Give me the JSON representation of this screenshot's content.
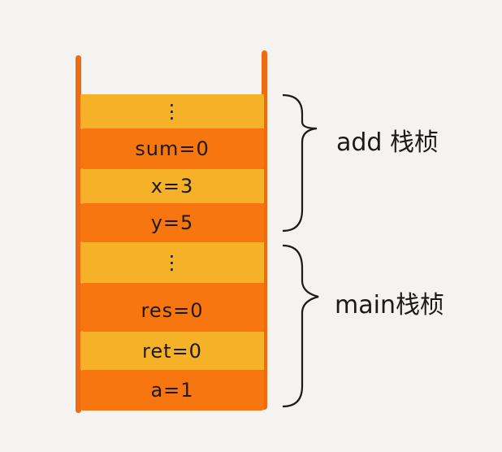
{
  "stack": {
    "cells": [
      {
        "text": "⋮",
        "color": "#f5b128"
      },
      {
        "text": "sum=0",
        "color": "#f8760f"
      },
      {
        "text": "x=3",
        "color": "#f5b128"
      },
      {
        "text": "y=5",
        "color": "#f8760f"
      },
      {
        "text": "⋮",
        "color": "#f5b128"
      },
      {
        "text": "res=0",
        "color": "#f8760f"
      },
      {
        "text": "ret=0",
        "color": "#f5b128"
      },
      {
        "text": "a=1",
        "color": "#f8760f"
      }
    ]
  },
  "frames": {
    "add": "add 栈桢",
    "main": "main栈桢"
  }
}
